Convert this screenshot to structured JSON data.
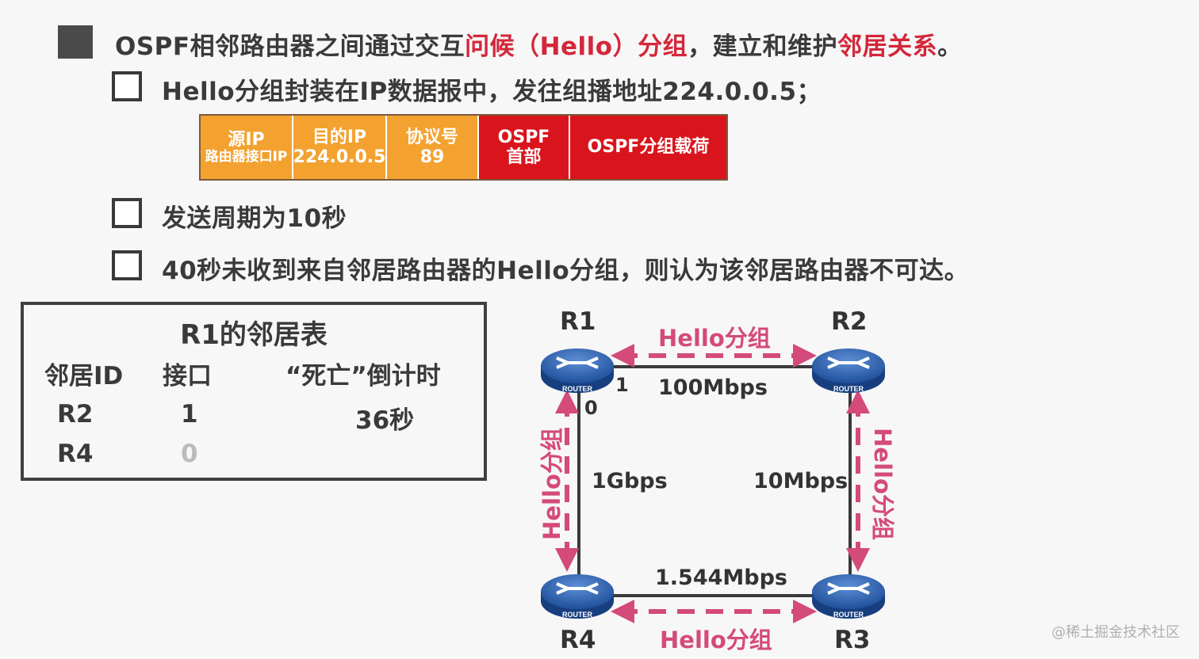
{
  "bullets": {
    "main": {
      "part1": "OSPF相邻路由器之间通过交互",
      "highlight1": "问候（Hello）分组",
      "part2": "，建立和维护",
      "highlight2": "邻居关系",
      "part3": "。"
    },
    "sub1": "Hello分组封装在IP数据报中，发往组播地址224.0.0.5；",
    "sub2": "发送周期为10秒",
    "sub3": "40秒未收到来自邻居路由器的Hello分组，则认为该邻居路由器不可达。"
  },
  "packet": {
    "src_title": "源IP",
    "src_sub": "路由器接口IP",
    "dst_title": "目的IP",
    "dst_value": "224.0.0.5",
    "proto_title": "协议号",
    "proto_value": "89",
    "ospf_header_l1": "OSPF",
    "ospf_header_l2": "首部",
    "payload": "OSPF分组载荷"
  },
  "neighbor_table": {
    "title": "R1的邻居表",
    "headers": [
      "邻居ID",
      "接口",
      "“死亡”倒计时"
    ],
    "rows": [
      [
        "R2",
        "1",
        "36秒"
      ],
      [
        "R4",
        "0",
        ""
      ]
    ]
  },
  "topology": {
    "routers": [
      "R1",
      "R2",
      "R3",
      "R4"
    ],
    "router_badge": "ROUTER",
    "links": {
      "r1_r2": "100Mbps",
      "r1_r4": "1Gbps",
      "r2_r3": "10Mbps",
      "r4_r3": "1.544Mbps"
    },
    "ports": {
      "r1_right": "1",
      "r1_bottom": "0"
    },
    "hello_label": "Hello分组",
    "colors": {
      "hello": "#d44a7a",
      "router_body": "#2a63b8",
      "link": "#3a3a3a"
    }
  },
  "watermark": "@稀土掘金技术社区"
}
